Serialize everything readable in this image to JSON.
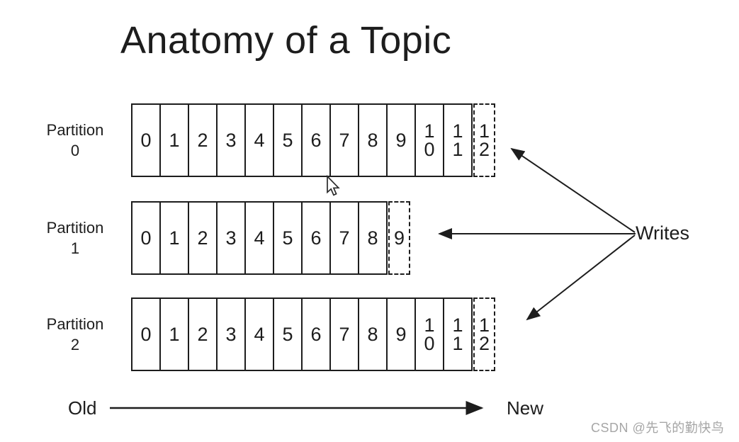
{
  "title": "Anatomy of a Topic",
  "partitions": [
    {
      "label_line1": "Partition",
      "label_line2": "0",
      "cells": [
        "0",
        "1",
        "2",
        "3",
        "4",
        "5",
        "6",
        "7",
        "8",
        "9",
        "10",
        "11"
      ],
      "pending_cell": "12"
    },
    {
      "label_line1": "Partition",
      "label_line2": "1",
      "cells": [
        "0",
        "1",
        "2",
        "3",
        "4",
        "5",
        "6",
        "7",
        "8"
      ],
      "pending_cell": "9"
    },
    {
      "label_line1": "Partition",
      "label_line2": "2",
      "cells": [
        "0",
        "1",
        "2",
        "3",
        "4",
        "5",
        "6",
        "7",
        "8",
        "9",
        "10",
        "11"
      ],
      "pending_cell": "12"
    }
  ],
  "writes_label": "Writes",
  "axis": {
    "old_label": "Old",
    "new_label": "New"
  },
  "watermark": "CSDN @先飞的勤快鸟",
  "icons": {
    "cursor": "arrow-pointer-icon",
    "arrows": "line-arrowhead"
  },
  "colors": {
    "ink": "#1d1d1d",
    "watermark": "#a6a6a6",
    "background": "#ffffff"
  }
}
